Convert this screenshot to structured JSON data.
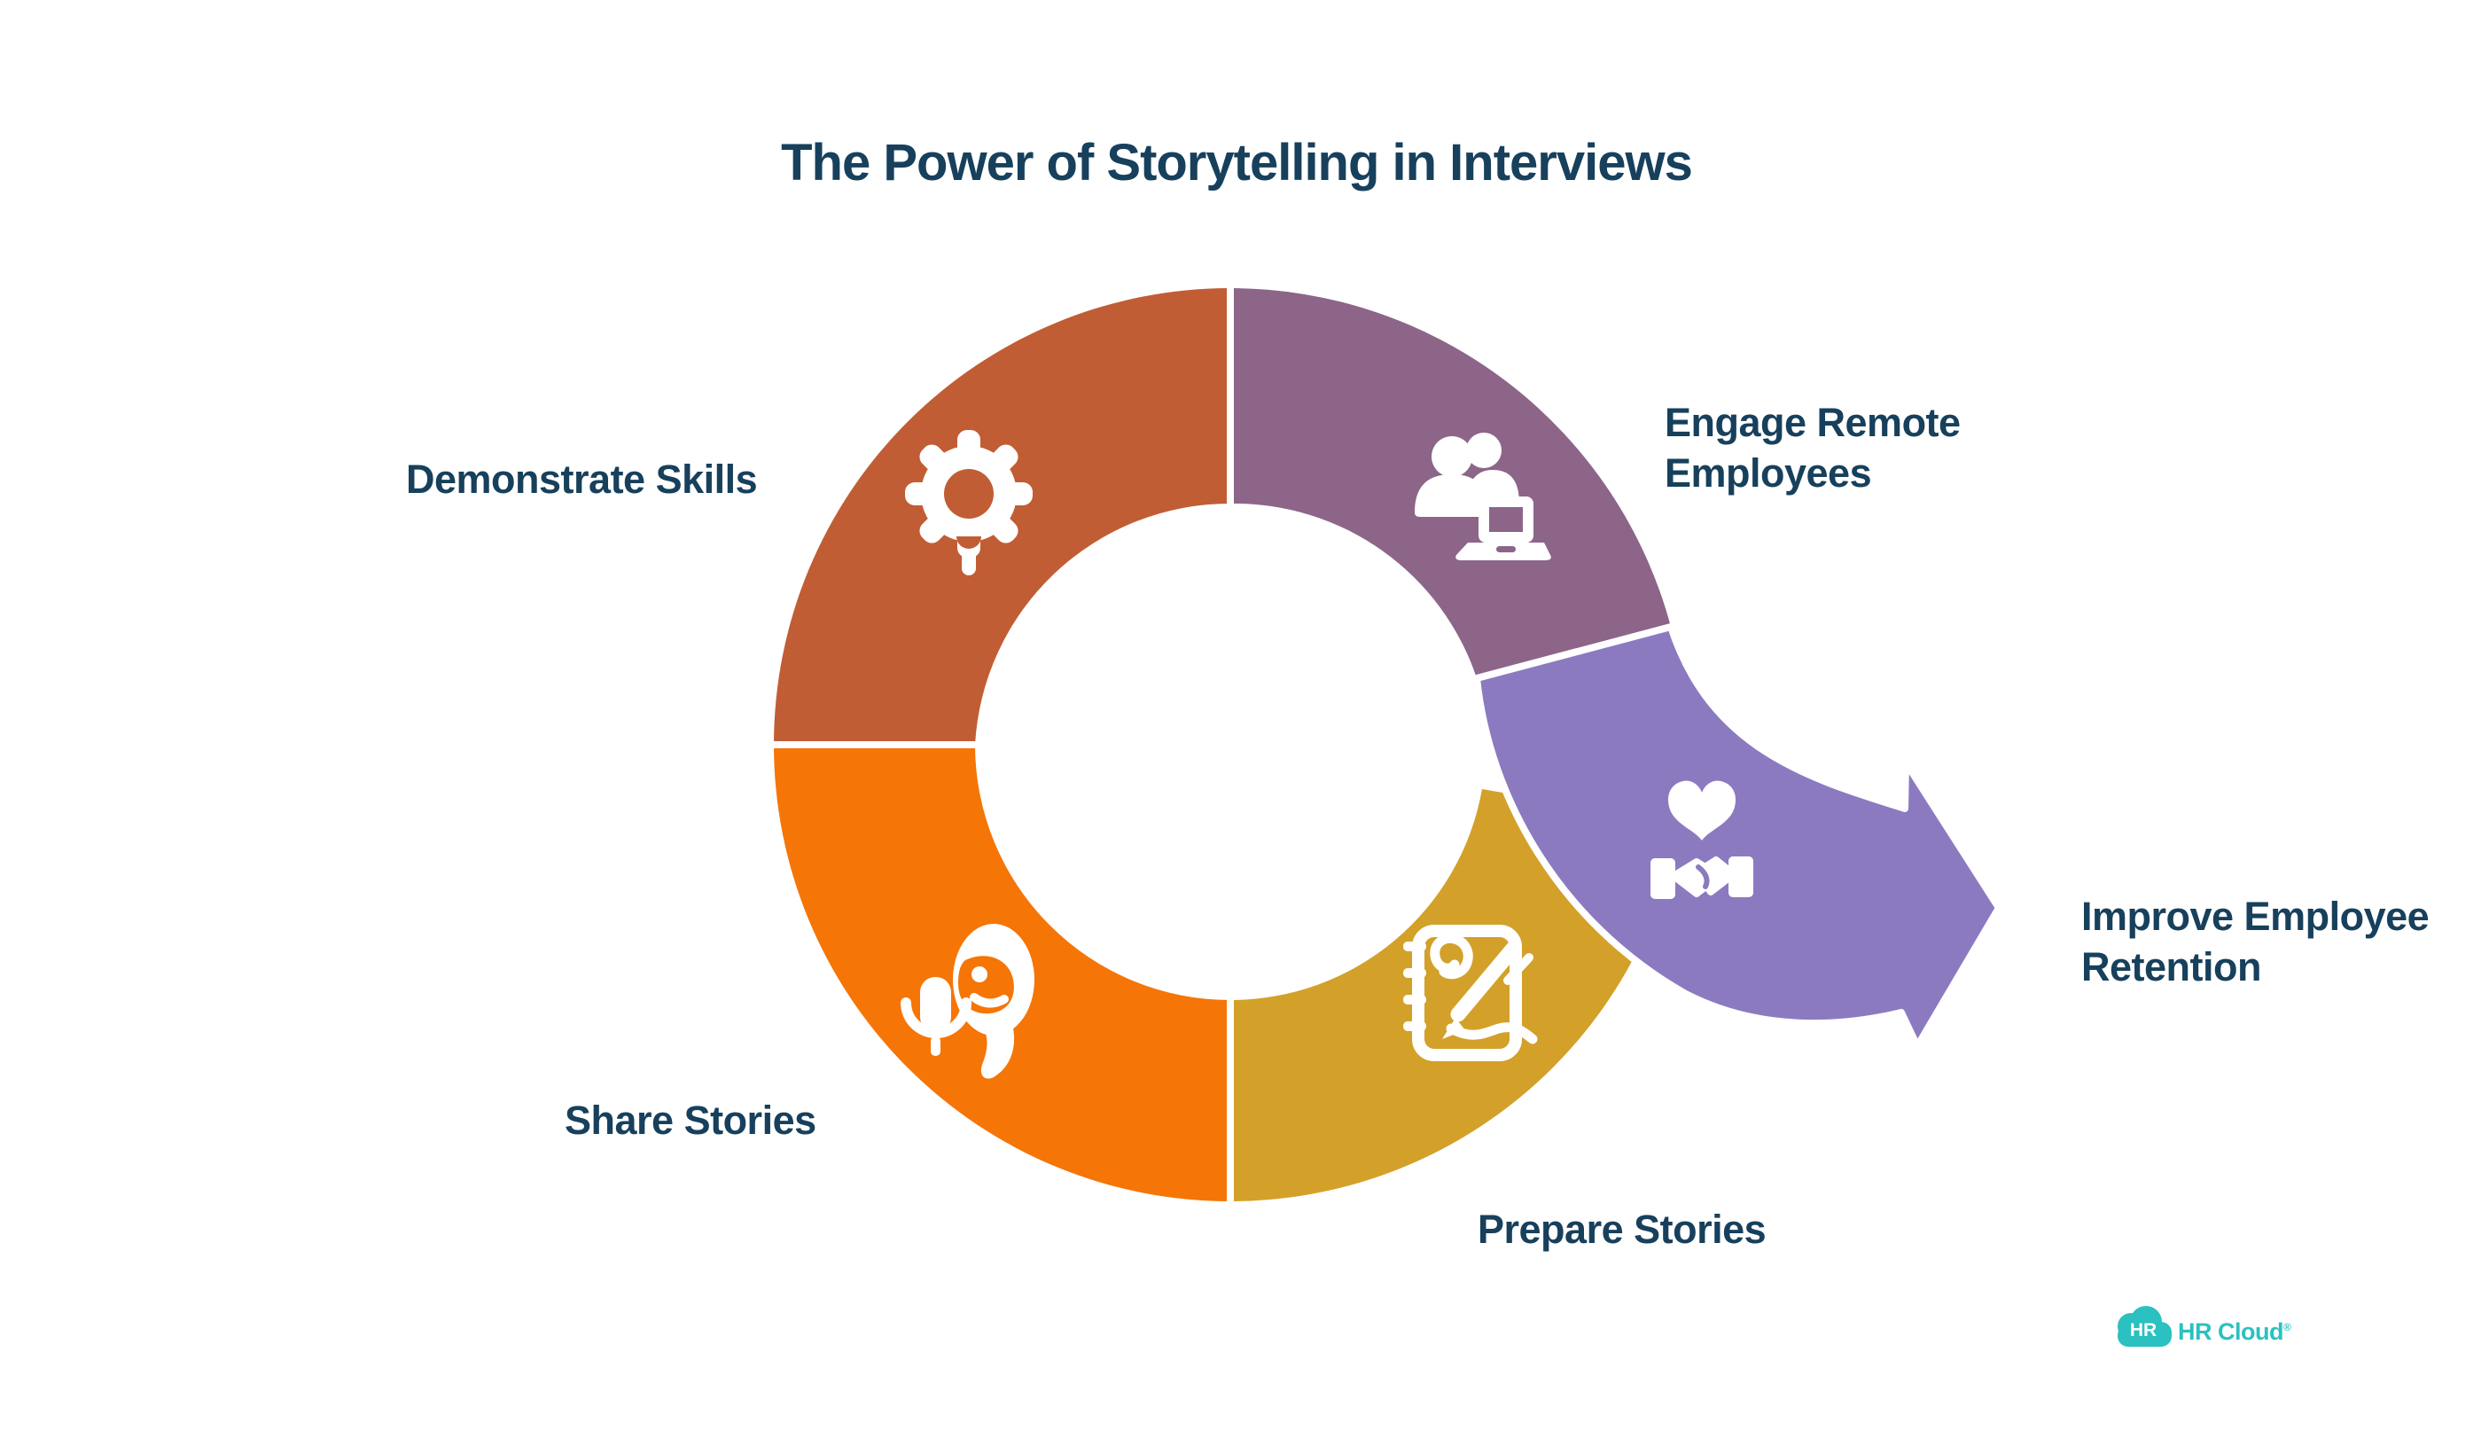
{
  "title": "The Power of Storytelling in Interviews",
  "text_color": "#17405C",
  "wheel": {
    "segments": [
      {
        "label": "Demonstrate Skills",
        "color": "#C15D34",
        "icon": "gear-badge-icon"
      },
      {
        "label": "Engage Remote Employees",
        "color": "#8C6589",
        "icon": "remote-employees-icon"
      },
      {
        "label": "Share Stories",
        "color": "#F57507",
        "icon": "microphone-speaker-icon"
      },
      {
        "label": "Prepare Stories",
        "color": "#D3A02A",
        "icon": "notebook-pen-icon"
      }
    ],
    "arrow": {
      "label": "Improve Employee Retention",
      "color": "#8C7AC0",
      "icon": "heart-handshake-icon"
    }
  },
  "labels": {
    "demonstrate": "Demonstrate Skills",
    "engage": "Engage Remote Employees",
    "share": "Share Stories",
    "prepare": "Prepare Stories",
    "improve": "Improve Employee Retention"
  },
  "logo": {
    "badge": "HR",
    "name": "HR Cloud",
    "registered": "®",
    "color": "#2AC1C0"
  }
}
